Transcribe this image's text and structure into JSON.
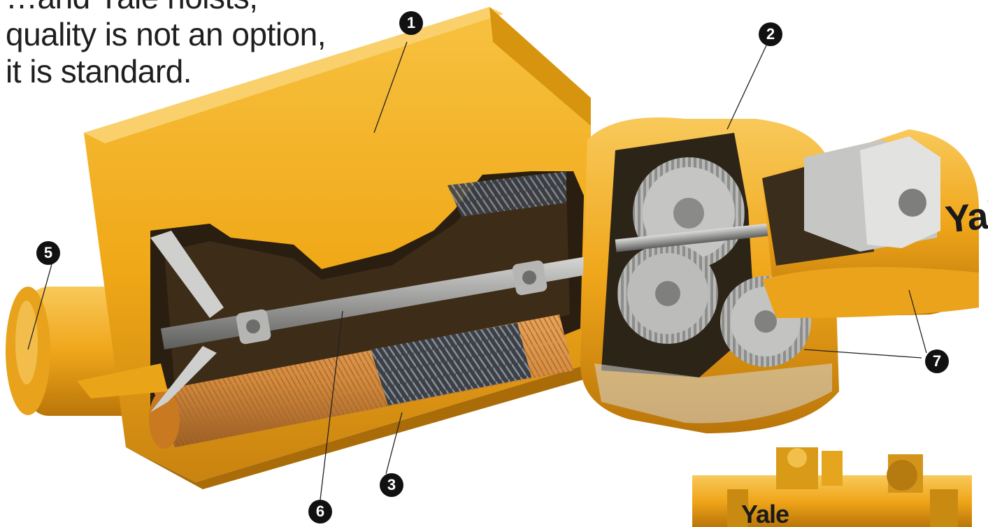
{
  "headline": {
    "line0": "…and Yale hoists,",
    "line1": "quality is not an option,",
    "line2": "it is standard."
  },
  "brand": {
    "main_logo": "Yale",
    "corner_logo": "Yale"
  },
  "callouts": [
    "1",
    "2",
    "3",
    "5",
    "6",
    "7"
  ],
  "colors": {
    "hoist_yellow": "#f2ad1a",
    "shadow_yellow": "#c9820c",
    "steel": "#9a9c9e",
    "marker_black": "#111111"
  }
}
